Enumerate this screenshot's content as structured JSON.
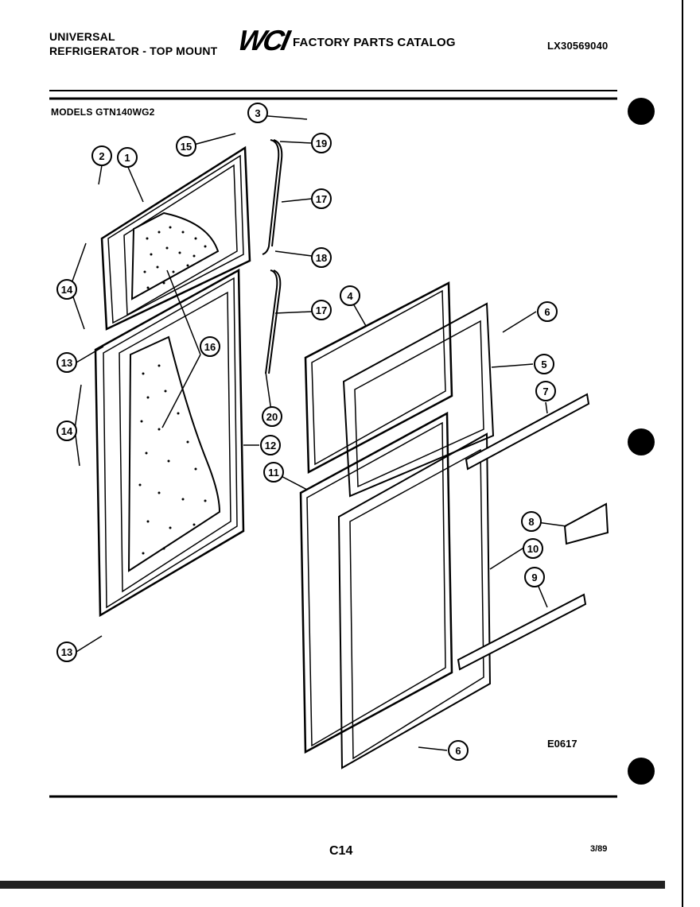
{
  "header": {
    "brand_line_1": "UNIVERSAL",
    "brand_line_2": "REFRIGERATOR - TOP MOUNT",
    "logo_text": "WCI",
    "catalog_title": "FACTORY PARTS CATALOG",
    "catalog_number": "LX30569040"
  },
  "models_label": "MODELS GTN140WG2",
  "figure_code": "E0617",
  "footer": {
    "page_number": "C14",
    "date": "3/89"
  },
  "callouts": [
    "1",
    "2",
    "3",
    "4",
    "5",
    "6",
    "6",
    "7",
    "8",
    "9",
    "10",
    "11",
    "12",
    "13",
    "13",
    "14",
    "14",
    "15",
    "16",
    "17",
    "17",
    "18",
    "19",
    "20"
  ]
}
